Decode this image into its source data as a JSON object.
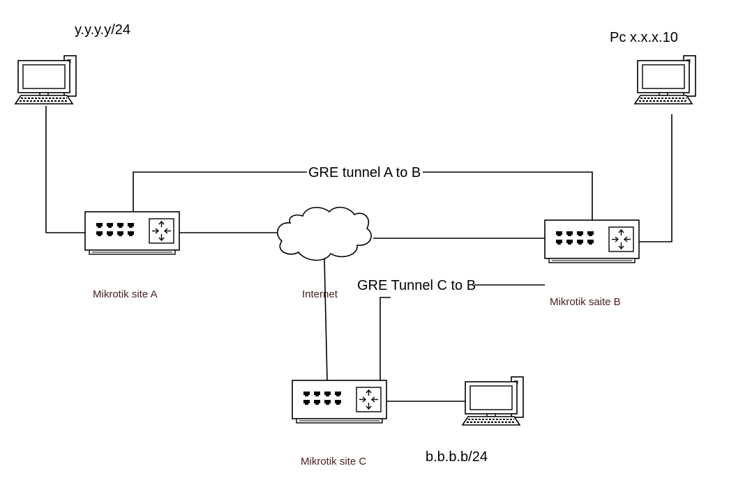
{
  "labels": {
    "pc_a_subnet": "y.y.y.y/24",
    "pc_b_addr": "Pc x.x.x.10",
    "pc_c_subnet": "b.b.b.b/24",
    "tunnel_ab": "GRE tunnel A to B",
    "tunnel_cb": "GRE Tunnel C to B",
    "router_a": "Mikrotik site A",
    "router_b": "Mikrotik saite B",
    "router_c": "Mikrotik site C",
    "internet": "Internet"
  },
  "colors": {
    "line": "#000000",
    "device_label": "#4a2020"
  },
  "icons": {
    "computer": "desktop-computer-icon",
    "router": "router-switch-icon",
    "cloud": "cloud-icon"
  }
}
